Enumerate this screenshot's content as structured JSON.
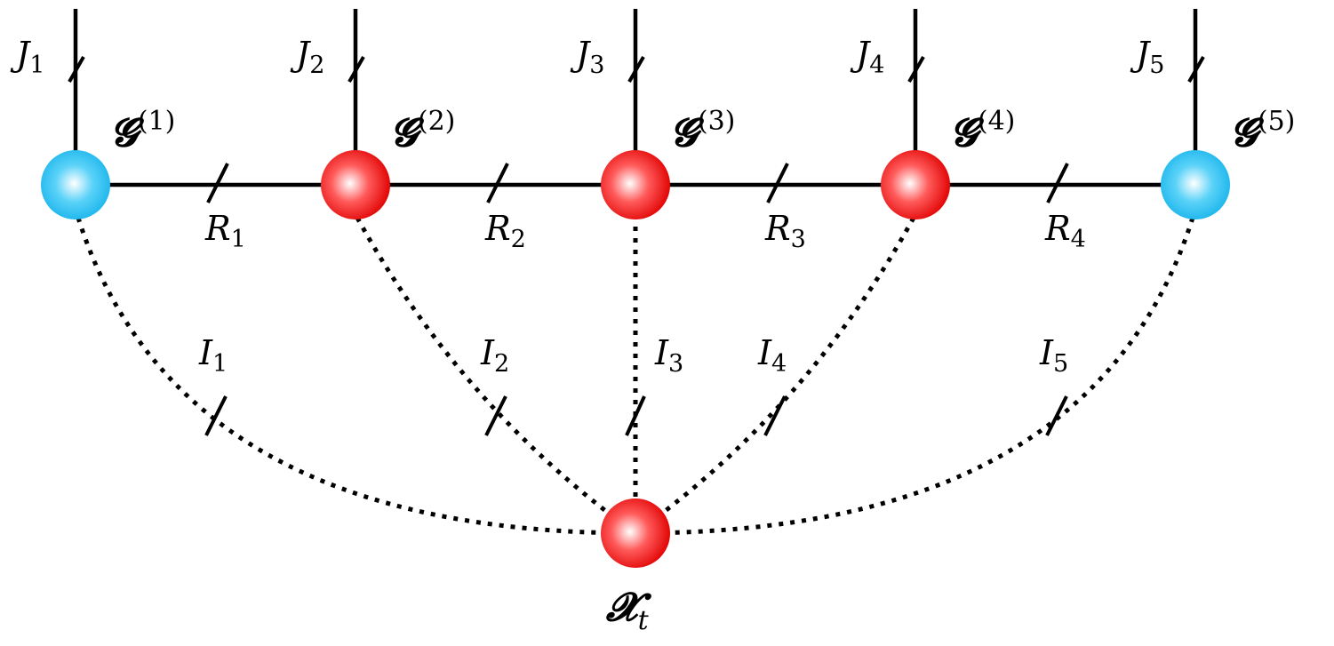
{
  "cores": [
    {
      "symbol": "𝓖",
      "index": "(1)",
      "color": "blue"
    },
    {
      "symbol": "𝓖",
      "index": "(2)",
      "color": "red"
    },
    {
      "symbol": "𝓖",
      "index": "(3)",
      "color": "red"
    },
    {
      "symbol": "𝓖",
      "index": "(4)",
      "color": "red"
    },
    {
      "symbol": "𝓖",
      "index": "(5)",
      "color": "blue"
    }
  ],
  "hub": {
    "symbol": "𝓧",
    "subscript": "t",
    "color": "red"
  },
  "open_edges": [
    {
      "letter": "J",
      "index": "1"
    },
    {
      "letter": "J",
      "index": "2"
    },
    {
      "letter": "J",
      "index": "3"
    },
    {
      "letter": "J",
      "index": "4"
    },
    {
      "letter": "J",
      "index": "5"
    }
  ],
  "chain_edges": [
    {
      "letter": "R",
      "index": "1"
    },
    {
      "letter": "R",
      "index": "2"
    },
    {
      "letter": "R",
      "index": "3"
    },
    {
      "letter": "R",
      "index": "4"
    }
  ],
  "hub_edges": [
    {
      "letter": "I",
      "index": "1"
    },
    {
      "letter": "I",
      "index": "2"
    },
    {
      "letter": "I",
      "index": "3"
    },
    {
      "letter": "I",
      "index": "4"
    },
    {
      "letter": "I",
      "index": "5"
    }
  ],
  "colors": {
    "red_dark": "#e00000",
    "red_light": "#ff2a2a",
    "blue_dark": "#0aa8e6",
    "blue_light": "#3cc6f5",
    "edge": "#000000"
  }
}
